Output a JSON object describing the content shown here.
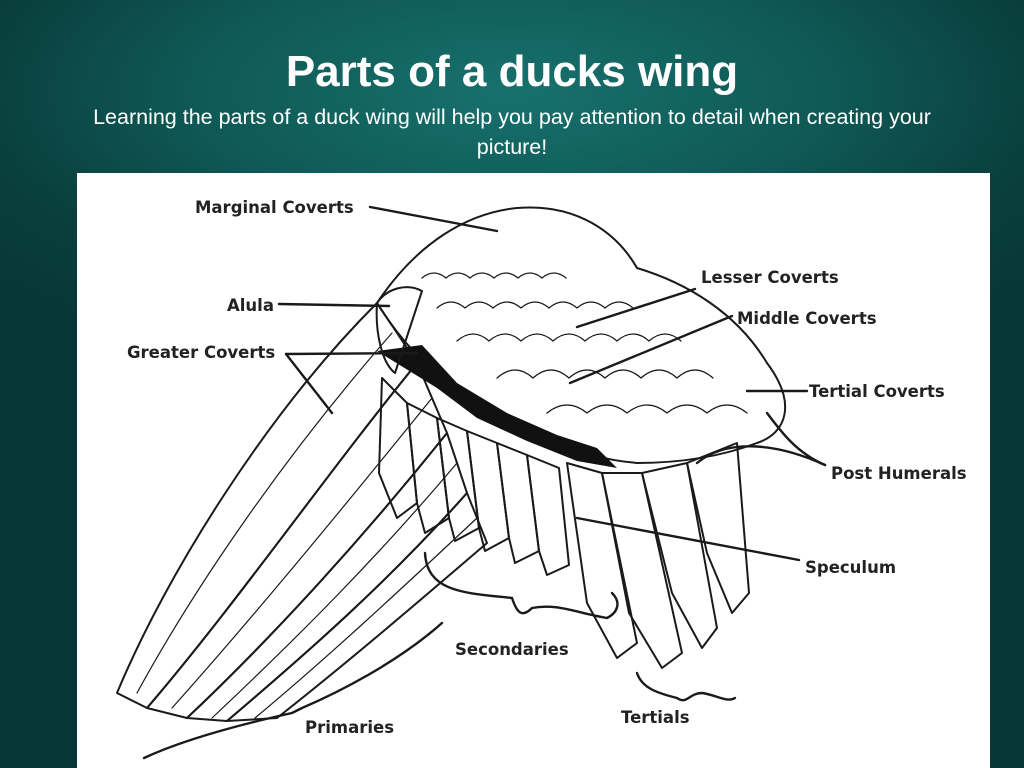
{
  "slide": {
    "title": "Parts of a ducks wing",
    "subtitle": "Learning the parts of a duck wing will help you pay attention to detail when creating your picture!",
    "colors": {
      "background": "#0f5855",
      "panel": "#ffffff",
      "text": "#ffffff",
      "ink": "#1a1a1a"
    }
  },
  "diagram": {
    "labels": {
      "marginal_coverts": "Marginal Coverts",
      "alula": "Alula",
      "greater_coverts": "Greater Coverts",
      "lesser_coverts": "Lesser Coverts",
      "middle_coverts": "Middle Coverts",
      "tertial_coverts": "Tertial Coverts",
      "post_humerals": "Post Humerals",
      "speculum": "Speculum",
      "secondaries": "Secondaries",
      "primaries": "Primaries",
      "tertials": "Tertials"
    }
  }
}
